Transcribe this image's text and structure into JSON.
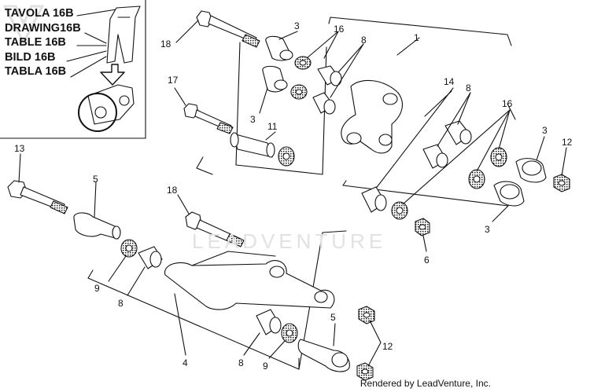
{
  "legend": {
    "lines": [
      {
        "word": "TAVOLA",
        "ref": "16B"
      },
      {
        "word": "DRAWING",
        "ref": "16B"
      },
      {
        "word": "TABLE",
        "ref": "16B"
      },
      {
        "word": "BILD",
        "ref": "16B"
      },
      {
        "word": "TABLA",
        "ref": "16B"
      }
    ]
  },
  "callouts": {
    "c18a": "18",
    "c3a": "3",
    "c16a": "16",
    "c8a": "8",
    "c1": "1",
    "c17": "17",
    "c3b": "3",
    "c11": "11",
    "c14": "14",
    "c8b": "8",
    "c16b": "16",
    "c3c": "3",
    "c12a": "12",
    "c13": "13",
    "c5a": "5",
    "c18b": "18",
    "c3d": "3",
    "c6": "6",
    "c9a": "9",
    "c8c": "8",
    "c5b": "5",
    "c12b": "12",
    "c4": "4",
    "c8d": "8",
    "c9b": "9"
  },
  "watermark": "LEADVENTURE",
  "footer": "Rendered by LeadVenture, Inc."
}
